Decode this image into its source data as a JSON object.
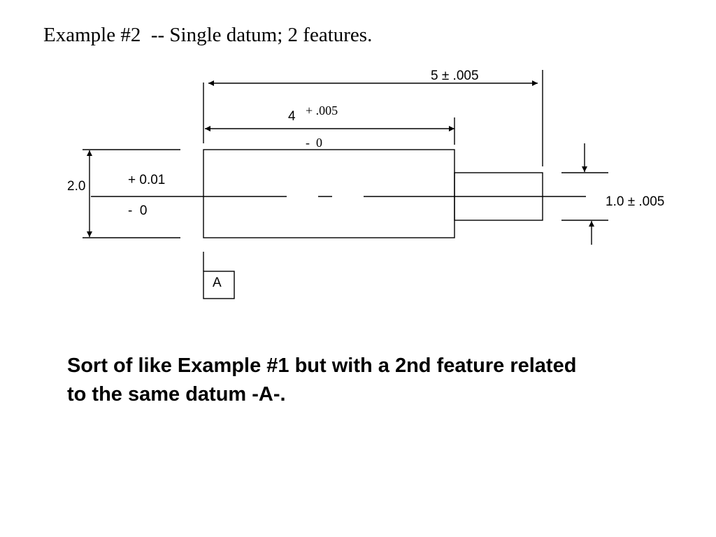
{
  "title": "Example #2  -- Single datum; 2 features.",
  "dimensions": {
    "overall_length": "5 ± .005",
    "body_length_nominal": "4",
    "body_length_upper_tol": "+ .005",
    "body_length_lower_tol": "-  0",
    "body_height_nominal": "2.0",
    "body_height_upper_tol": "+ 0.01",
    "body_height_lower_tol": "-  0",
    "step_height": "1.0 ± .005"
  },
  "datum": {
    "label": "A"
  },
  "note": {
    "line1": "Sort of like Example #1 but with a 2nd feature related",
    "line2": "to the same datum -A-."
  }
}
